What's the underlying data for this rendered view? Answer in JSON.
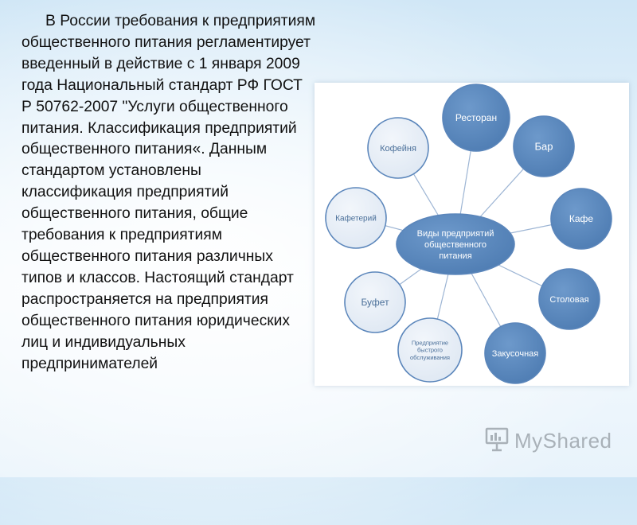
{
  "text": {
    "paragraph": "В России требования к предприятиям общественного питания регламентирует введенный в действие с 1 января 2009 года Национальный стандарт РФ ГОСТ Р 50762-2007 \"Услуги общественного питания. Классификация предприятий общественного питания«. Данным стандартом установлены классификация предприятий общественного питания, общие требования к предприятиям общественного питания различных типов и классов. Настоящий стандарт распространяется на предприятия общественного питания юридических лиц и индивидуальных предпринимателей"
  },
  "diagram": {
    "center": [
      "Виды предприятий",
      "общественного",
      "питания"
    ],
    "nodes": [
      {
        "id": "restoran",
        "lines": [
          "Ресторан"
        ]
      },
      {
        "id": "bar",
        "lines": [
          "Бар"
        ]
      },
      {
        "id": "kafe",
        "lines": [
          "Кафе"
        ]
      },
      {
        "id": "stolovaya",
        "lines": [
          "Столовая"
        ]
      },
      {
        "id": "zakusochnaya",
        "lines": [
          "Закусочная"
        ]
      },
      {
        "id": "fastfood",
        "lines": [
          "Предприятие",
          "быстрого",
          "обслуживания"
        ]
      },
      {
        "id": "bufet",
        "lines": [
          "Буфет"
        ]
      },
      {
        "id": "kafeteriy",
        "lines": [
          "Кафетерий"
        ]
      },
      {
        "id": "kofeynya",
        "lines": [
          "Кофейня"
        ]
      }
    ],
    "colors": {
      "dark": "#4f7db3",
      "light": "#dfe8f3",
      "border": "#5b86bb",
      "line": "#9db5d4"
    }
  },
  "watermark": {
    "text": "MyShared"
  }
}
